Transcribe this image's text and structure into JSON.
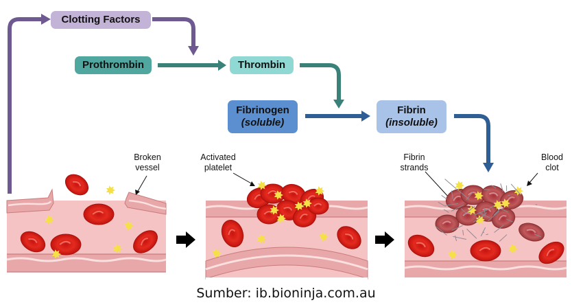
{
  "flow": {
    "clotting_factors": "Clotting Factors",
    "prothrombin": "Prothrombin",
    "thrombin": "Thrombin",
    "fibrinogen": {
      "name": "Fibrinogen",
      "state": "(soluble)"
    },
    "fibrin": {
      "name": "Fibrin",
      "state": "(insoluble)"
    }
  },
  "panels": [
    {
      "id": "broken",
      "labels": [
        [
          "Broken",
          "vessel"
        ]
      ]
    },
    {
      "id": "platelet-plug",
      "labels": [
        [
          "Activated",
          "platelet"
        ]
      ]
    },
    {
      "id": "clot",
      "labels": [
        [
          "Fibrin",
          "strands"
        ],
        [
          "Blood",
          "clot"
        ]
      ]
    }
  ],
  "labels": {
    "broken_vessel_1": "Broken",
    "broken_vessel_2": "vessel",
    "activated_platelet_1": "Activated",
    "activated_platelet_2": "platelet",
    "fibrin_strands_1": "Fibrin",
    "fibrin_strands_2": "strands",
    "blood_clot_1": "Blood",
    "blood_clot_2": "clot"
  },
  "caption": "Sumber: ib.bioninja.com.au",
  "colors": {
    "clotting_box": "#c3b3d6",
    "clotting_arrow": "#6e5a91",
    "prothrombin_box": "#4fa79f",
    "thrombin_box": "#8fd8d4",
    "teal_arrow": "#3a8279",
    "fibrinogen_box": "#5b8fd0",
    "fibrin_box": "#a9c3e8",
    "blue_arrow": "#2e5e93",
    "vessel_wall": "#e8a7a8",
    "vessel_wall_dark": "#c97b7d",
    "vessel_lumen": "#f6c3c4",
    "rbc": "#e02018",
    "rbc_dark": "#b51510",
    "platelet": "#f6e04a",
    "clot_rbc": "#b9474a",
    "fibrin_mesh": "#8c8c95"
  }
}
